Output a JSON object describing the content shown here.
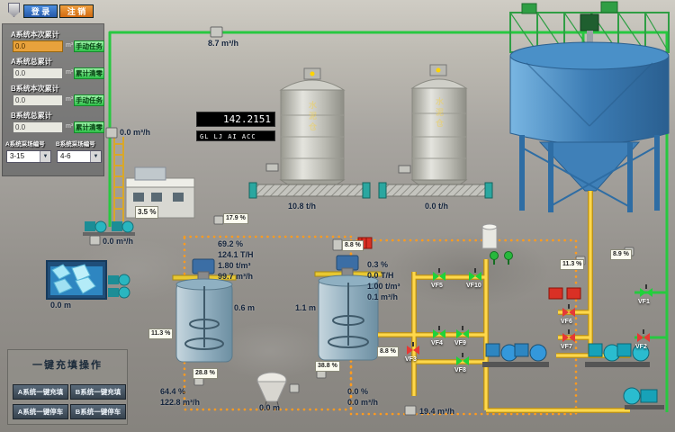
{
  "auth": {
    "login": "登 录",
    "logout": "注 销"
  },
  "totals": {
    "rows": [
      {
        "label": "A系统本次累计",
        "value": "0.0",
        "unit": "m³",
        "action": "手动任务"
      },
      {
        "label": "A系统总累计",
        "value": "0.0",
        "unit": "m³",
        "action": "累计清零"
      },
      {
        "label": "B系统本次累计",
        "value": "0.0",
        "unit": "m³",
        "action": "手动任务"
      },
      {
        "label": "B系统总累计",
        "value": "0.0",
        "unit": "m³",
        "action": "累计清零"
      }
    ],
    "stope_a_label": "A系统采场编号",
    "stope_b_label": "B系统采场编号",
    "stope_a": "3-15",
    "stope_b": "4-6"
  },
  "display": {
    "value": "142.2151",
    "tag": "GL LJ AI ACC"
  },
  "flows": {
    "feed_top": "8.7 m³/h",
    "left_upper": "0.0 m³/h",
    "left_lower": "0.0 m³/h",
    "conveyor_a": "10.8 t/h",
    "conveyor_b": "0.0 t/h",
    "tailings": "19.4 m³/h"
  },
  "levels": {
    "mix_tank_a": "0.6 m",
    "mix_tank_b": "1.1 m",
    "pool": "0.0 m",
    "feeder": "0.0 m",
    "left_unit": "3.5 %"
  },
  "metrics_a": [
    "69.2 %",
    "124.1 T/H",
    "1.80 t/m³",
    "99.7 m³/h"
  ],
  "metrics_b": [
    "0.3 %",
    "0.0 T/H",
    "1.00 t/m³",
    "0.1 m³/h"
  ],
  "metrics_bottom_a": [
    "64.4 %",
    "122.8 m³/h"
  ],
  "metrics_bottom_b": [
    "0.0 %",
    "0.0 m³/h"
  ],
  "gauges": [
    "17.9 %",
    "11.3 %",
    "8.8 %",
    "28.8 %",
    "38.8 %",
    "8.8 %",
    "11.3 %",
    "8.9 %"
  ],
  "valves": [
    {
      "id": "VF5",
      "color": "#1fd23a"
    },
    {
      "id": "VF10",
      "color": "#1fd23a"
    },
    {
      "id": "VF4",
      "color": "#1fd23a"
    },
    {
      "id": "VF9",
      "color": "#1fd23a"
    },
    {
      "id": "VF3",
      "color": "#e53935"
    },
    {
      "id": "VF8",
      "color": "#1fd23a"
    },
    {
      "id": "VF6",
      "color": "#e53935"
    },
    {
      "id": "VF7",
      "color": "#e53935"
    },
    {
      "id": "VF1",
      "color": "#1fd23a"
    },
    {
      "id": "VF2",
      "color": "#e53935"
    }
  ],
  "silos": [
    {
      "label": "水泥仓"
    },
    {
      "label": "水泥仓"
    }
  ],
  "onekey": {
    "title": "一键充填操作",
    "buttons": [
      "A系统一键充填",
      "B系统一键充填",
      "A系统一键停车",
      "B系统一键停车"
    ]
  },
  "colors": {
    "pipe_green": "#27c840",
    "pipe_yellow": "#ffd84a",
    "conveyor_dot": "#ff9b1e",
    "valve_open": "#1fd23a",
    "valve_closed": "#e53935"
  }
}
